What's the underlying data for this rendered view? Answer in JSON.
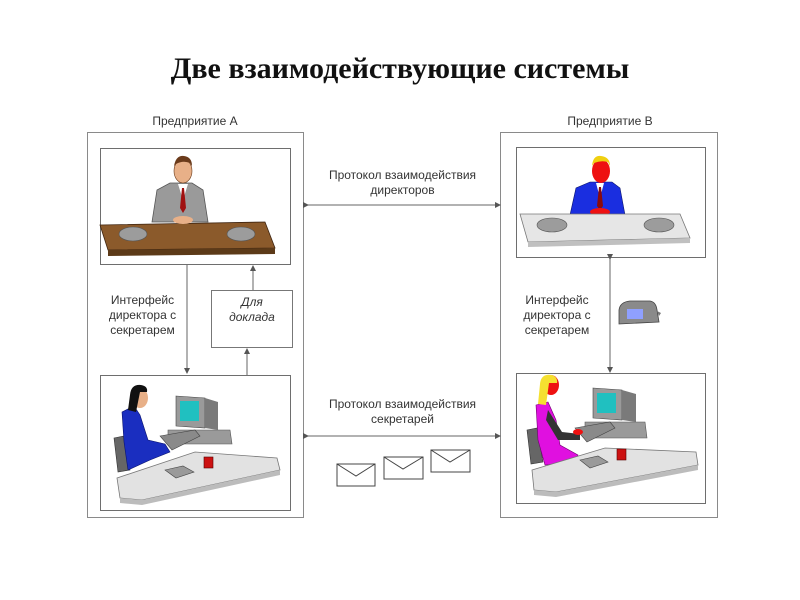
{
  "title": "Две взаимодействующие системы",
  "enterprise_a": {
    "label": "Предприятие A",
    "interface_label": "Интерфейс директора с секретарем",
    "interface_lines": [
      "Интерфейс",
      "директора с",
      "секретарем"
    ],
    "report_box_lines": [
      "Для",
      "доклада"
    ]
  },
  "enterprise_b": {
    "label": "Предприятие B",
    "interface_lines": [
      "Интерфейс",
      "директора с",
      "секретарем"
    ]
  },
  "protocols": {
    "directors_lines": [
      "Протокол взаимодействия",
      "директоров"
    ],
    "secretaries_lines": [
      "Протокол взаимодействия",
      "секретарей"
    ]
  },
  "icons": {
    "director_a": "director-at-desk-brown",
    "director_b": "director-at-desk-red-blue",
    "secretary_a": "secretary-at-computer-blue",
    "secretary_b": "secretary-at-computer-magenta",
    "phone": "telephone-icon",
    "envelopes": [
      "envelope-icon",
      "envelope-icon",
      "envelope-icon"
    ]
  }
}
